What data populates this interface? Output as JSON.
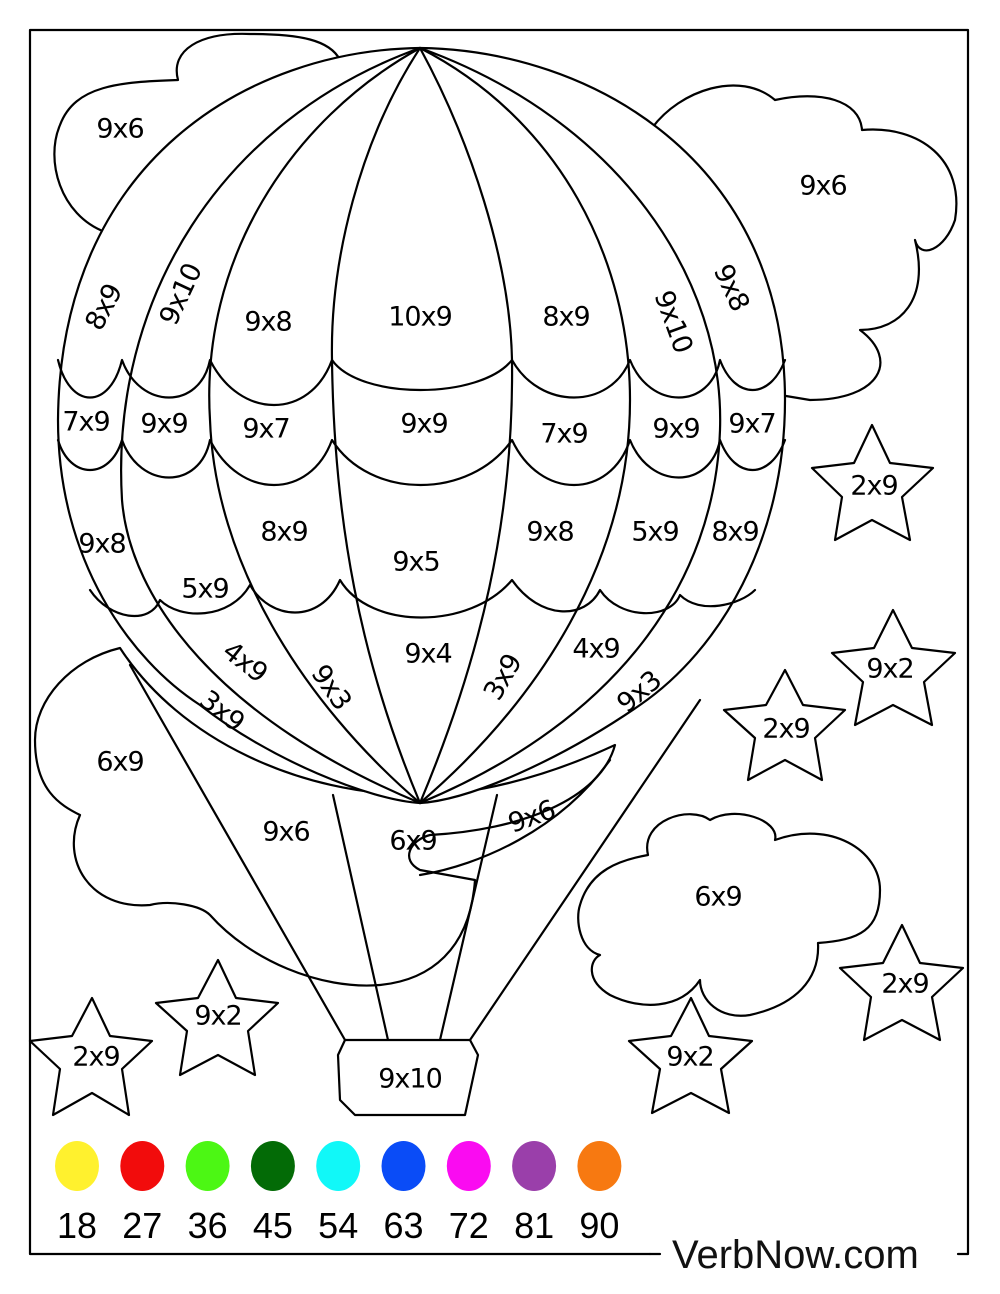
{
  "page": {
    "brand": "VerbNow.com"
  },
  "clouds": {
    "top_left": "9x6",
    "top_right": "9x6",
    "mid_left": "6x9",
    "bottom_right": "6x9"
  },
  "balloon": {
    "top_row": [
      "8x9",
      "9x10",
      "9x8",
      "10x9",
      "8x9",
      "9x10",
      "9x8"
    ],
    "second_row": [
      "7x9",
      "9x9",
      "9x7",
      "9x9",
      "7x9",
      "9x9",
      "9x7"
    ],
    "third_row": [
      "9x8",
      "5x9",
      "8x9",
      "9x5",
      "9x8",
      "5x9",
      "8x9"
    ],
    "bottom_row": [
      "3x9",
      "4x9",
      "9x3",
      "9x4",
      "3x9",
      "4x9",
      "9x3"
    ],
    "ropes": [
      "9x6",
      "6x9",
      "9x6"
    ],
    "basket": "9x10"
  },
  "stars": [
    {
      "label": "2x9",
      "pos": "right-upper"
    },
    {
      "label": "9x2",
      "pos": "right-middle"
    },
    {
      "label": "2x9",
      "pos": "right-center"
    },
    {
      "label": "2x9",
      "pos": "right-lower"
    },
    {
      "label": "9x2",
      "pos": "bottom-center-right"
    },
    {
      "label": "9x2",
      "pos": "bottom-left-2"
    },
    {
      "label": "2x9",
      "pos": "bottom-left-1"
    }
  ],
  "color_key": [
    {
      "value": "18",
      "color": "#FFF12E"
    },
    {
      "value": "27",
      "color": "#F20C0C"
    },
    {
      "value": "36",
      "color": "#4CF714"
    },
    {
      "value": "45",
      "color": "#036B06"
    },
    {
      "value": "54",
      "color": "#11F8F8"
    },
    {
      "value": "63",
      "color": "#0A4CF7"
    },
    {
      "value": "72",
      "color": "#FA0BF1"
    },
    {
      "value": "81",
      "color": "#9A3FAA"
    },
    {
      "value": "90",
      "color": "#F77911"
    }
  ]
}
